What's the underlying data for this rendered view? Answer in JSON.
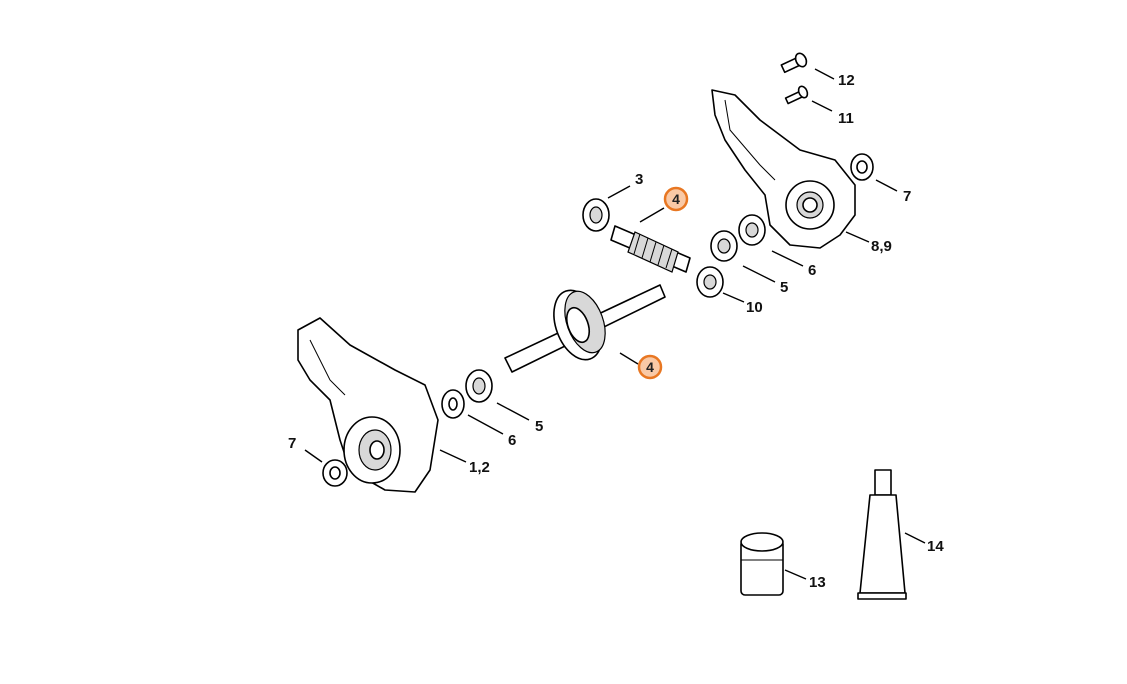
{
  "diagram": {
    "callouts": [
      {
        "id": "c12",
        "label": "12",
        "highlighted": false
      },
      {
        "id": "c11",
        "label": "11",
        "highlighted": false
      },
      {
        "id": "c7a",
        "label": "7",
        "highlighted": false
      },
      {
        "id": "c89",
        "label": "8,9",
        "highlighted": false
      },
      {
        "id": "c3",
        "label": "3",
        "highlighted": false
      },
      {
        "id": "c4a",
        "label": "4",
        "highlighted": true
      },
      {
        "id": "c6a",
        "label": "6",
        "highlighted": false
      },
      {
        "id": "c5a",
        "label": "5",
        "highlighted": false
      },
      {
        "id": "c10",
        "label": "10",
        "highlighted": false
      },
      {
        "id": "c4b",
        "label": "4",
        "highlighted": true
      },
      {
        "id": "c5b",
        "label": "5",
        "highlighted": false
      },
      {
        "id": "c6b",
        "label": "6",
        "highlighted": false
      },
      {
        "id": "c7b",
        "label": "7",
        "highlighted": false
      },
      {
        "id": "c12b",
        "label": "1,2",
        "highlighted": false
      },
      {
        "id": "c14",
        "label": "14",
        "highlighted": false
      },
      {
        "id": "c13",
        "label": "13",
        "highlighted": false
      }
    ],
    "highlight_fill": "#f9c9a6",
    "highlight_stroke": "#e87722"
  }
}
